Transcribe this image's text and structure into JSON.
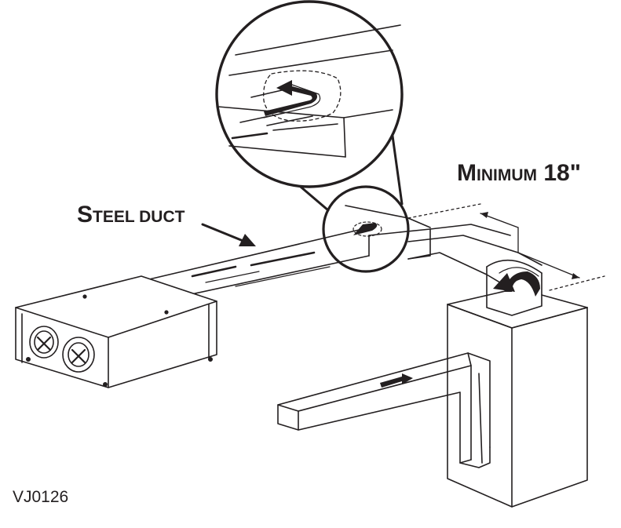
{
  "labels": {
    "steel_duct": {
      "first": "S",
      "rest": "teel duct"
    },
    "minimum": {
      "first": "M",
      "rest": "inimum",
      "value": " 18\""
    }
  },
  "figure_code": "VJ0126",
  "colors": {
    "ink": "#231f20",
    "background": "#ffffff"
  }
}
